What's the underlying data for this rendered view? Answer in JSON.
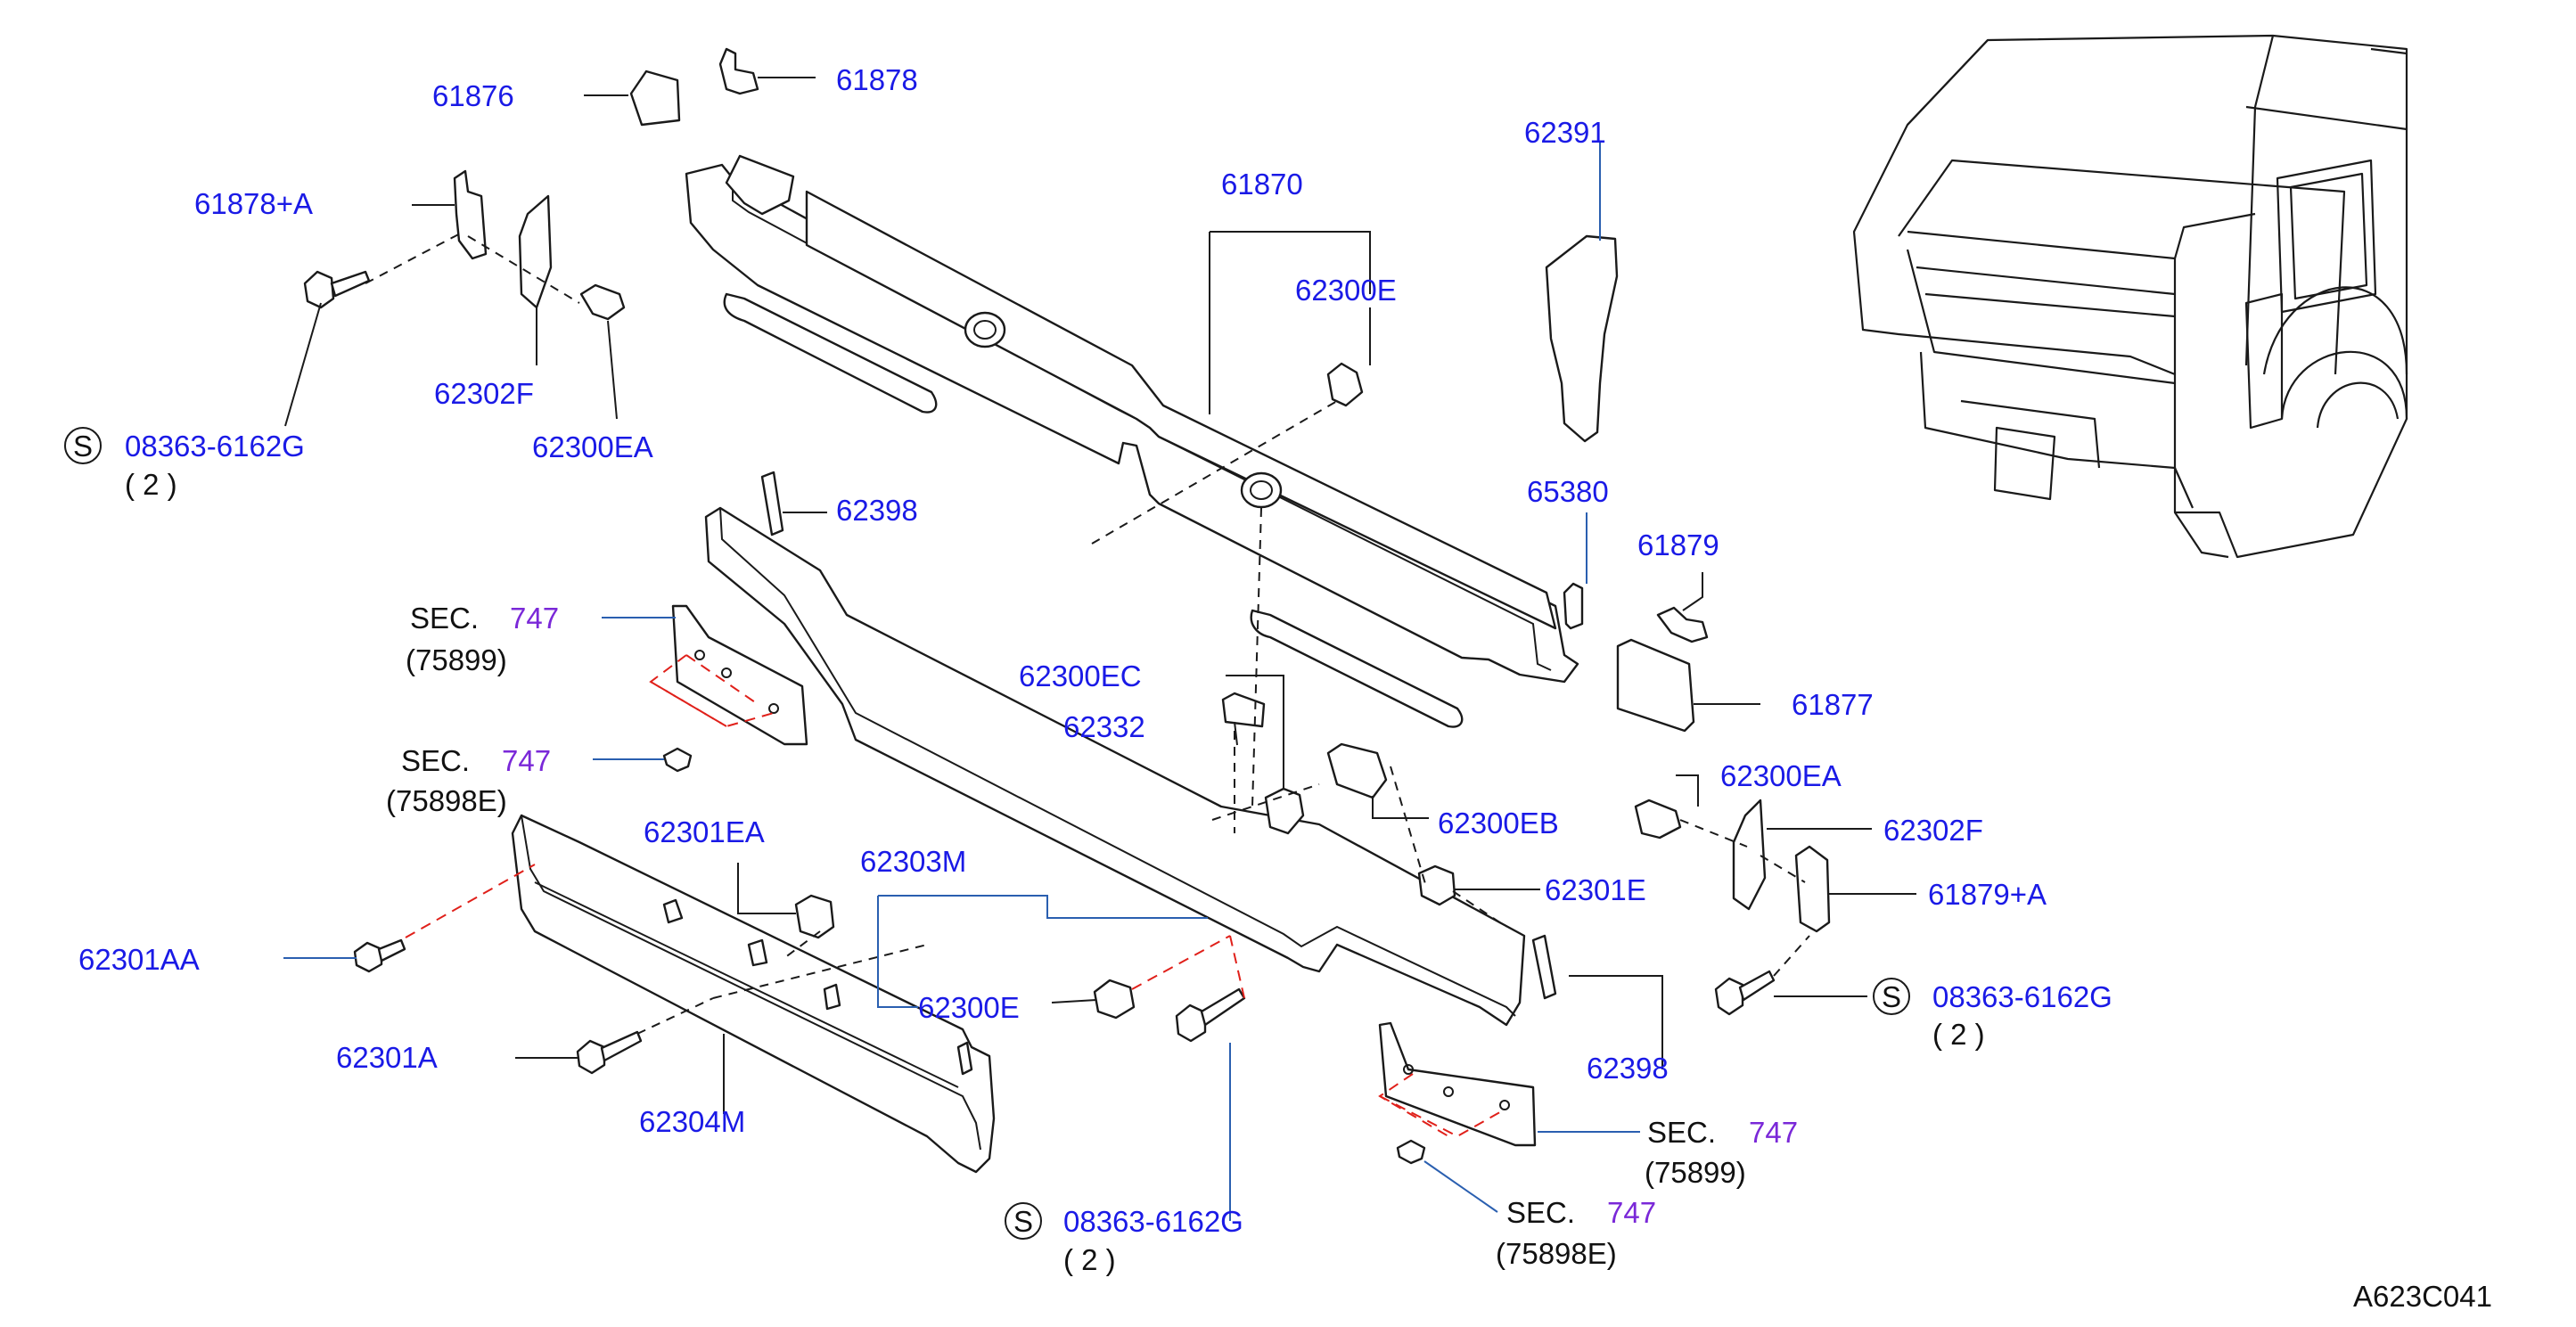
{
  "colors": {
    "label": "#1a1ae6",
    "section": "#7a28d8",
    "line": "#1a1a1a",
    "leader": "#2a5fb0",
    "alignment": "#e0201a"
  },
  "labels": {
    "p61876": "61876",
    "p61878": "61878",
    "p61878a": "61878+A",
    "bolt_tl": "08363-6162G",
    "qty_tl": "( 2 )",
    "p62302f_l": "62302F",
    "p62300ea_l": "62300EA",
    "p61870": "61870",
    "p62300e_top": "62300E",
    "p62391": "62391",
    "p65380": "65380",
    "p61879": "61879",
    "p61877": "61877",
    "p62398_top": "62398",
    "sec1_a": "SEC.",
    "sec1_b": "747",
    "sec1_c": "(75899)",
    "sec2_a": "SEC.",
    "sec2_b": "747",
    "sec2_c": "(75898E)",
    "p62300ec": "62300EC",
    "p62332": "62332",
    "p62300eb": "62300EB",
    "p62300ea_r": "62300EA",
    "p62302f_r": "62302F",
    "p62301ea": "62301EA",
    "p62303m": "62303M",
    "p62301e": "62301E",
    "p61879a": "61879+A",
    "p62301aa": "62301AA",
    "p62300e_mid": "62300E",
    "bolt_r": "08363-6162G",
    "qty_r": "( 2 )",
    "p62301a": "62301A",
    "p62304m": "62304M",
    "p62398_bot": "62398",
    "bolt_b": "08363-6162G",
    "qty_b": "( 2 )",
    "sec3_a": "SEC.",
    "sec3_b": "747",
    "sec3_c": "(75899)",
    "sec4_a": "SEC.",
    "sec4_b": "747",
    "sec4_c": "(75898E)",
    "s_symbol": "S",
    "diagram_code": "A623C041"
  }
}
